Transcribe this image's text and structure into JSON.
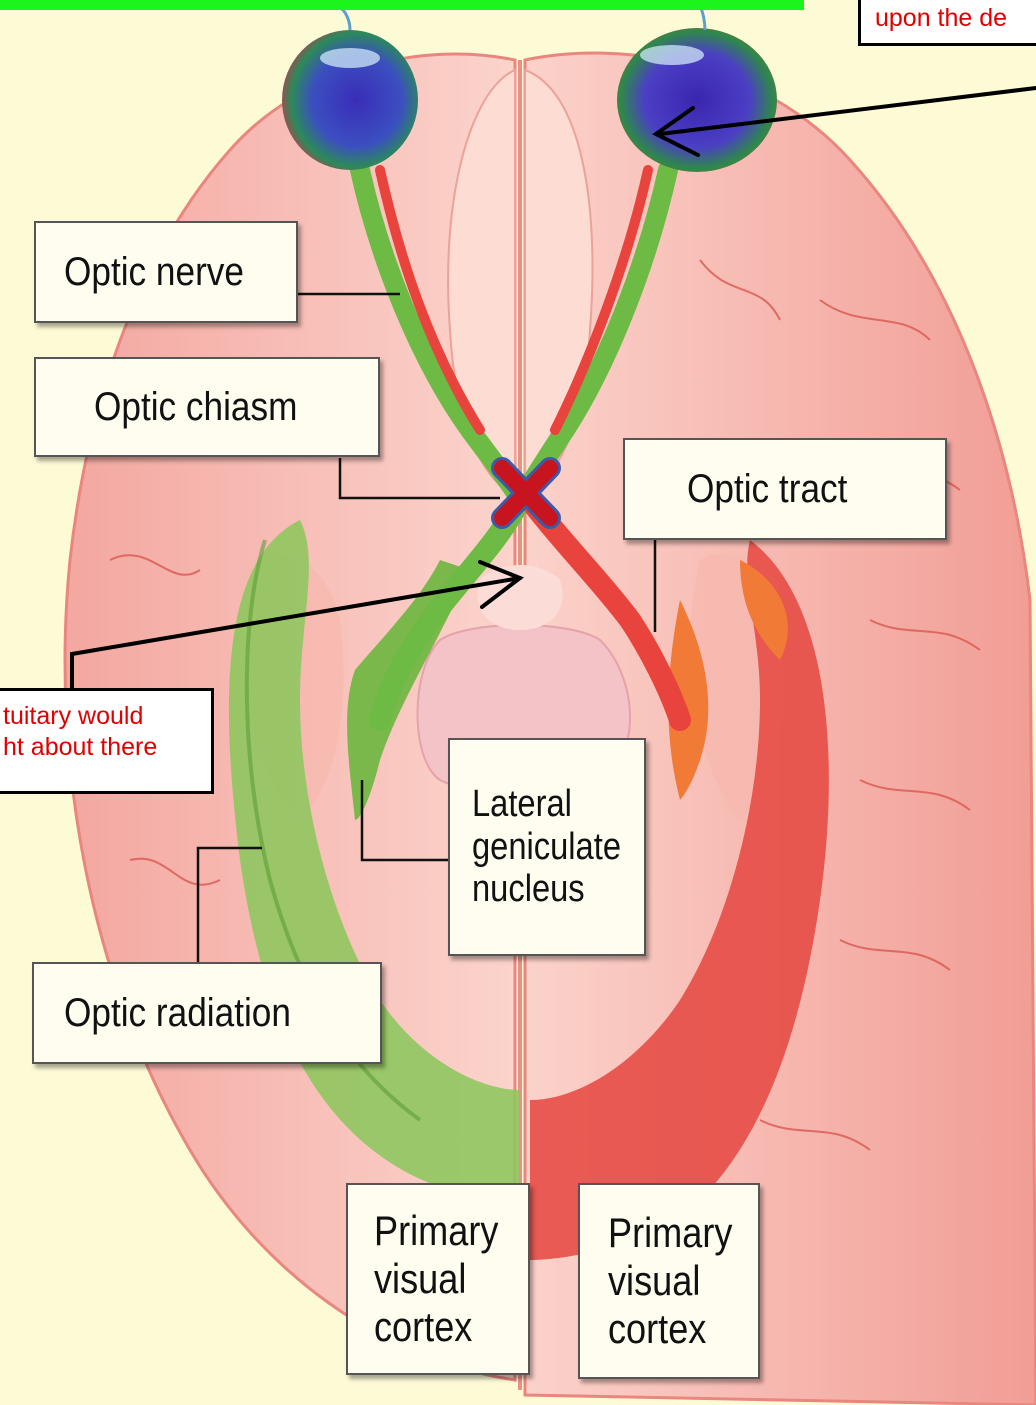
{
  "labels": {
    "optic_nerve": "Optic nerve",
    "optic_chiasm": "Optic chiasm",
    "optic_tract": "Optic tract",
    "lateral_geniculate": [
      "Lateral",
      "geniculate",
      "nucleus"
    ],
    "optic_radiation": "Optic radiation",
    "primary_visual_cortex_left": [
      "Primary",
      "visual",
      "cortex"
    ],
    "primary_visual_cortex_right": [
      "Primary",
      "visual",
      "cortex"
    ]
  },
  "notes": {
    "top_right": "upon the de",
    "pituitary_line1": "tuitary would",
    "pituitary_line2": "ht about there"
  },
  "colors": {
    "background": "#fdfbd6",
    "green_pathway": "#6dbb45",
    "red_pathway": "#e8433c",
    "note_text": "#e00000",
    "highlight_bar": "#1cf51c",
    "lesion_marker": "#c8141e"
  }
}
